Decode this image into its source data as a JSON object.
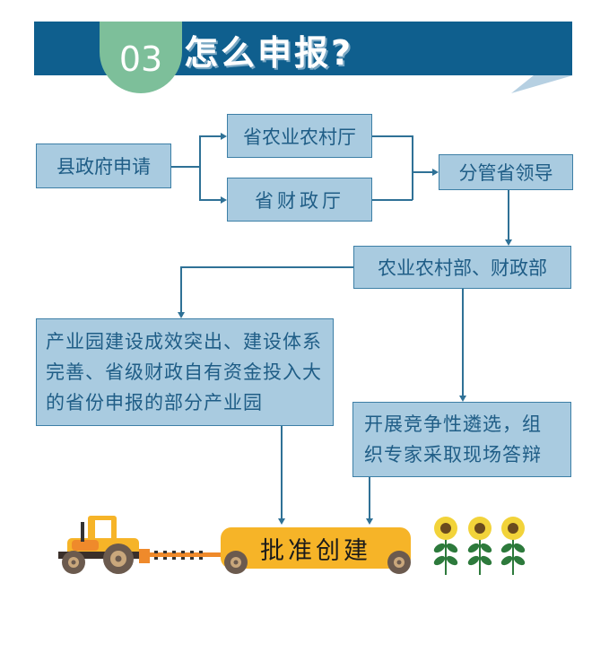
{
  "header": {
    "number": "03",
    "title": "怎么申报?"
  },
  "nodes": {
    "county": "县政府申请",
    "agri_dept": "省农业农村厅",
    "finance_dept": "省财政厅",
    "leader": "分管省领导",
    "ministries": "农业农村部、财政部",
    "priority": "产业园建设成效突出、建设体系完善、省级财政自有资金投入大的省份申报的部分产业园",
    "selection": "开展竞争性遴选，组织专家采取现场答辩",
    "approval": "批准创建"
  },
  "colors": {
    "header": "#0f5f8e",
    "badge": "#7dbf9a",
    "box": "#a9cbe0",
    "cart": "#f6b428"
  }
}
